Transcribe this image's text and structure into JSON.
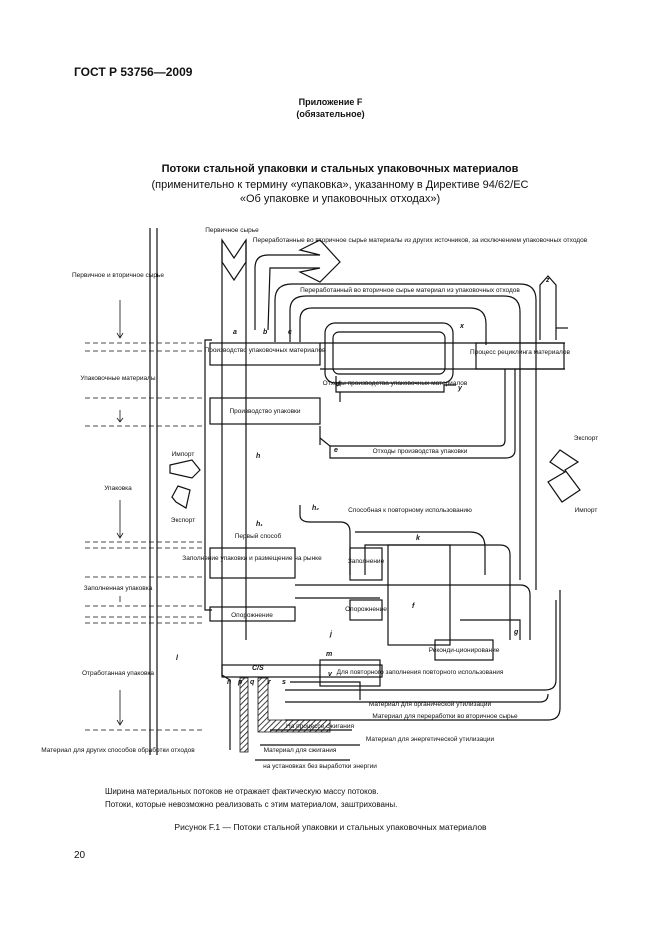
{
  "header": {
    "standard": "ГОСТ Р 53756—2009"
  },
  "appendix": {
    "label": "Приложение F",
    "status": "(обязательное)"
  },
  "figure_title": {
    "line1": "Потоки стальной упаковки и стальных упаковочных материалов",
    "line2": "(применительно к термину «упаковка», указанному в Директиве 94/62/ЕС",
    "line3": "«Об упаковке и упаковочных отходах»)"
  },
  "diagram": {
    "left_labels": {
      "primary": "Первичное и вторичное сырье",
      "materials": "Упаковочные материалы",
      "packaging": "Упаковка",
      "filled": "Заполненная упаковка",
      "spent": "Отработанная упаковка",
      "other": "Материал для других способов обработки отходов"
    },
    "primary_raw": "Первичное сырье",
    "recycled_other": "Переработанные во вторичное сырье материалы из других источников, за исключением упаковочных отходов",
    "recycled_from_packaging": "Переработанный во вторичное сырье материал из упаковочных отходов",
    "producers": "Производство упаковочных материалов",
    "waste_producers": "Отходы производства упаковочных материалов",
    "packaging_production": "Производство упаковки",
    "packaging_waste": "Отходы производства упаковки",
    "recycling_process": "Процесс рециклинга материалов",
    "import": "Импорт",
    "export": "Экспорт",
    "export_right": "Экспорт",
    "import_right": "Импорт",
    "first_method": "Первый способ",
    "reusable": "Способная к повторному использованию",
    "filling_market": "Заполнение упаковки и размещение на рынке",
    "filling": "Заполнение",
    "emptying": "Опорожнение",
    "emptying2": "Опорожнение",
    "reconditioning": "Реконди-ционирование",
    "repeat_filling": "Для повторного заполнения повторного использования",
    "organic": "Материал для органической утилизации",
    "recycling_material": "Материал для переработки во вторичное сырье",
    "process_loss": "На процессе сжигания",
    "energy": "Материал для энергетической утилизации",
    "incineration": "Материал для сжигания",
    "incineration2": "на установках без выработки энергии",
    "letters": {
      "a": "a",
      "b": "b",
      "c": "c",
      "d": "d",
      "e": "e",
      "f": "f",
      "g": "g",
      "h": "h",
      "h1": "h₁",
      "h2": "h₂",
      "j": "j",
      "k": "k",
      "l": "l",
      "m": "m",
      "n": "n",
      "p": "p",
      "q": "q",
      "r": "r",
      "s": "s",
      "v": "v",
      "x": "x",
      "y": "y",
      "z": "z",
      "cs": "C/S"
    }
  },
  "notes": {
    "width": "Ширина материальных потоков не отражает фактическую массу потоков.",
    "hatched": "Потоки, которые невозможно реализовать с этим материалом, заштрихованы."
  },
  "caption": "Рисунок  F.1 — Потоки стальной упаковки и стальных упаковочных материалов",
  "page_number": "20"
}
